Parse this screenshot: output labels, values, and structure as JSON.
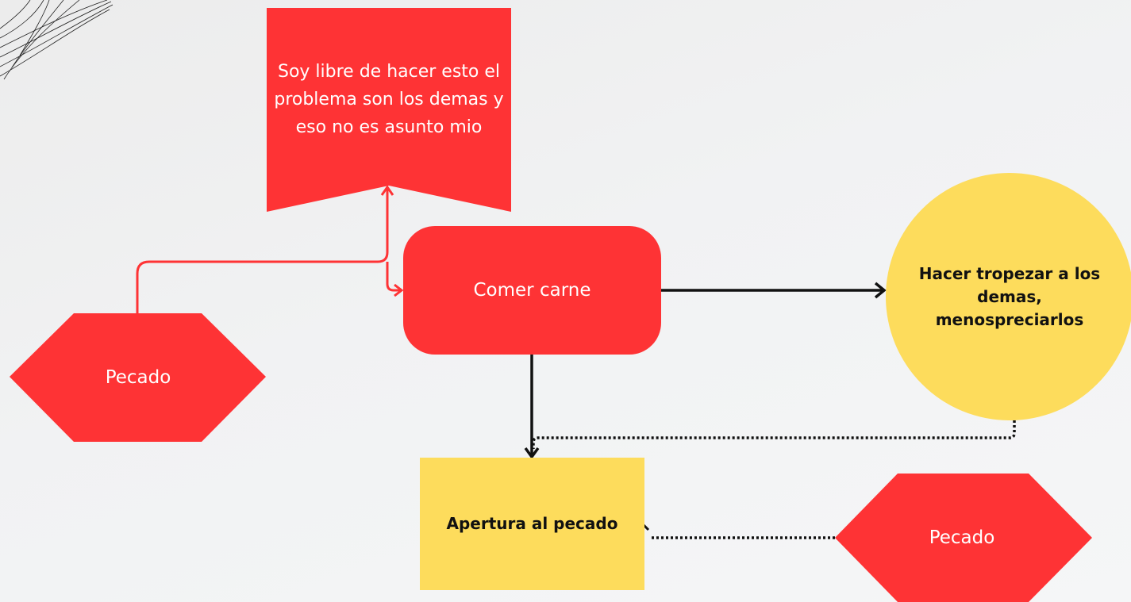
{
  "colors": {
    "red": "#fe3335",
    "yellow": "#fddc5c",
    "dark": "#111111",
    "white": "#ffffff"
  },
  "nodes": {
    "banner": "Soy libre de hacer esto el problema son los demas y eso no es asunto mio",
    "comer": "Comer carne",
    "hacer": "Hacer tropezar a los demas, menospreciarlos",
    "pecado_left": "Pecado",
    "apertura": "Apertura al pecado",
    "pecado_right": "Pecado"
  },
  "connectors": [
    {
      "from": "pecado_left",
      "to": "banner",
      "style": "solid",
      "color": "red"
    },
    {
      "from": "pecado_left",
      "to": "comer",
      "style": "solid",
      "color": "red"
    },
    {
      "from": "comer",
      "to": "hacer",
      "style": "solid",
      "color": "dark"
    },
    {
      "from": "comer",
      "to": "apertura",
      "style": "solid",
      "color": "dark"
    },
    {
      "from": "hacer",
      "to": "apertura",
      "style": "dotted",
      "color": "dark"
    },
    {
      "from": "pecado_right",
      "to": "apertura",
      "style": "dotted",
      "color": "dark"
    }
  ]
}
